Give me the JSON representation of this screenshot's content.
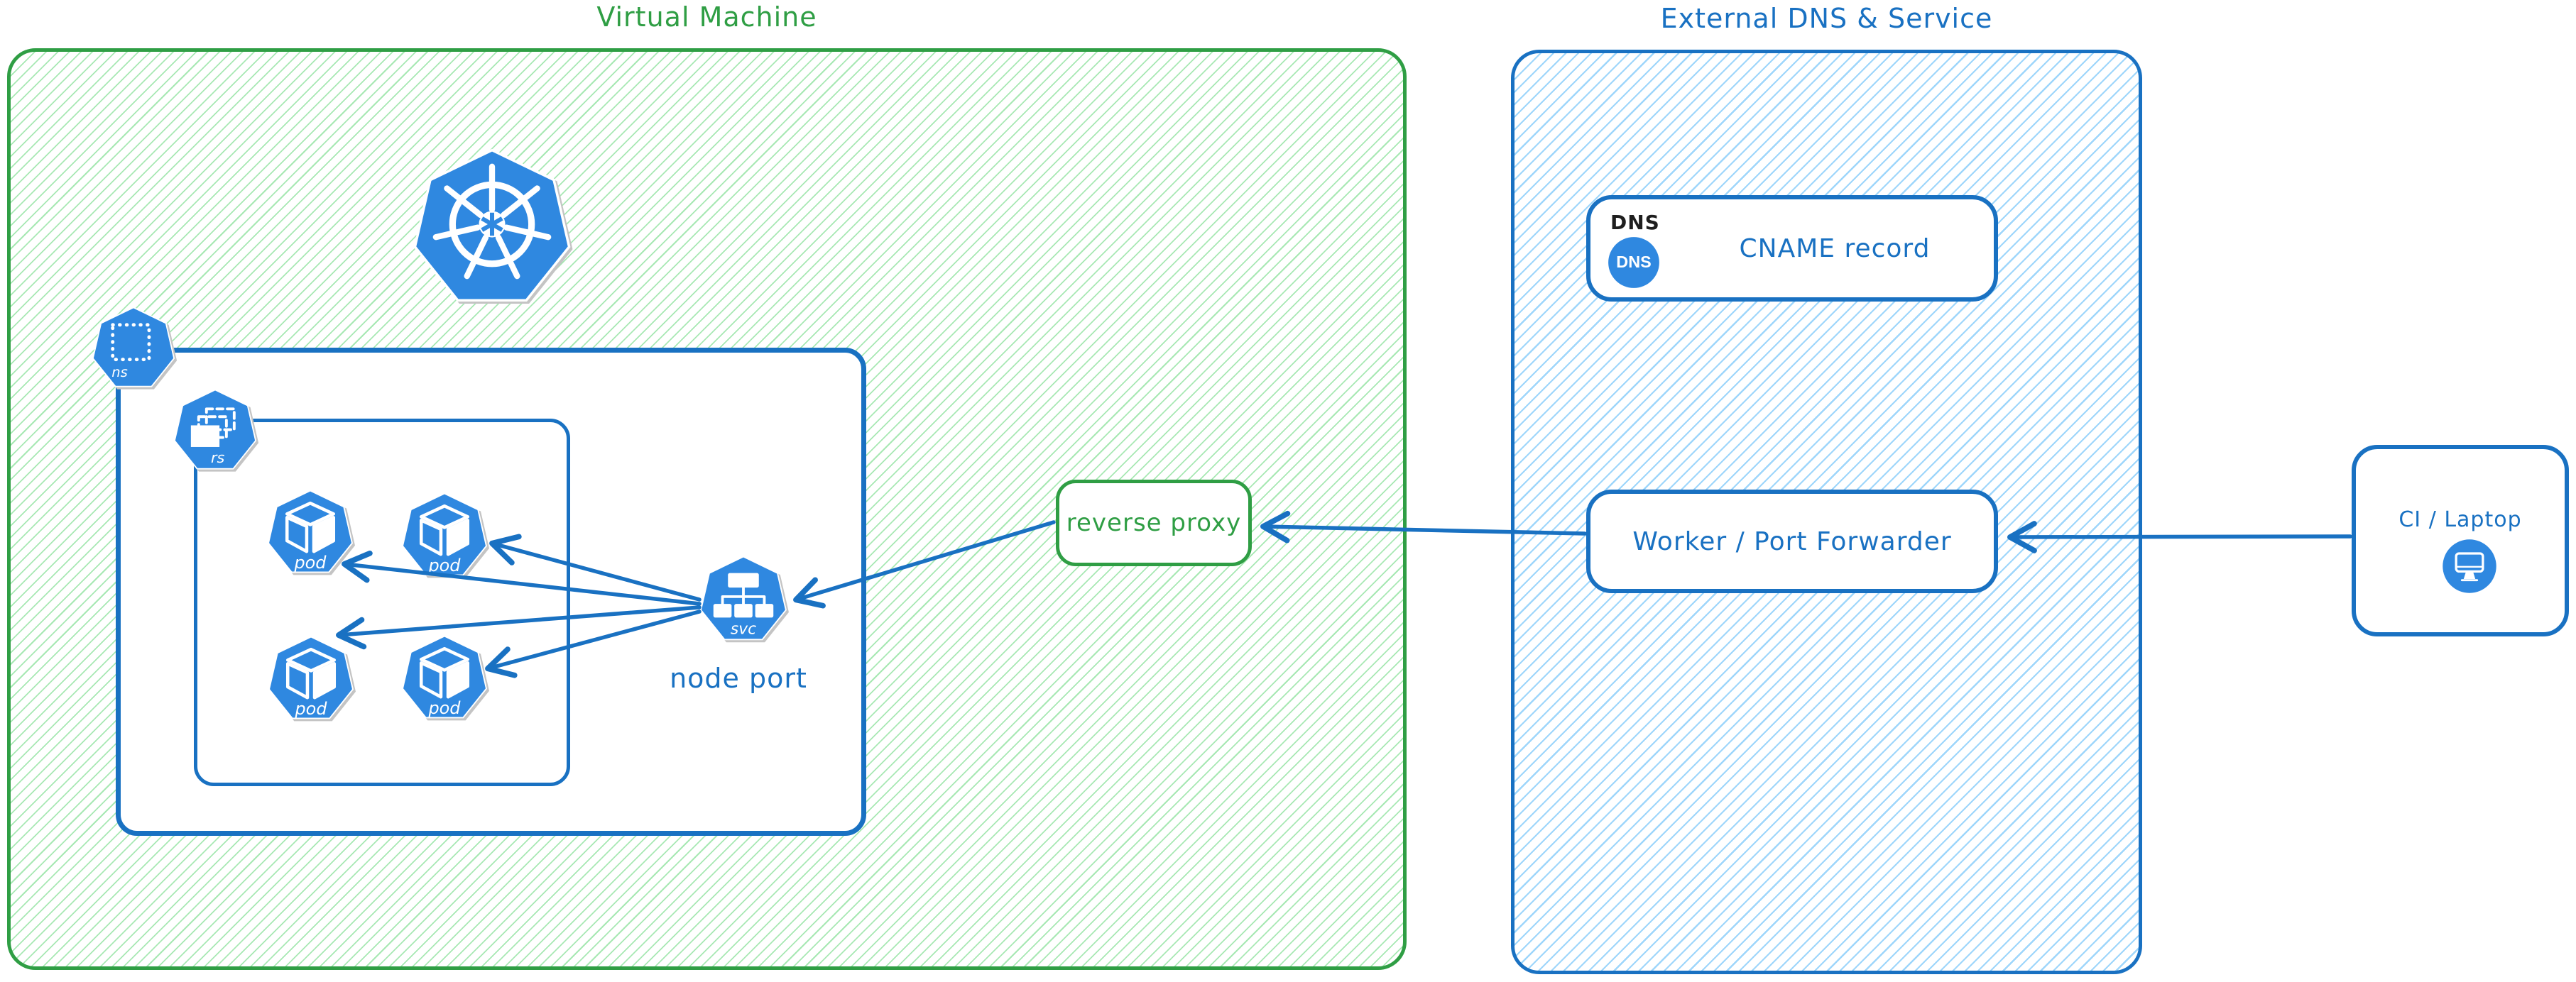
{
  "colors": {
    "green": "#2f9e44",
    "blue": "#1971c2",
    "icon_blue": "#2f88e0",
    "black": "#1e1e1e"
  },
  "vm": {
    "title": "Virtual Machine",
    "namespace_icon_label": "ns",
    "replicaset_icon_label": "rs",
    "pod_labels": [
      "pod",
      "pod",
      "pod",
      "pod"
    ],
    "service_icon_label": "svc",
    "node_port_caption": "node port",
    "reverse_proxy_label": "reverse proxy"
  },
  "external": {
    "title": "External DNS & Service",
    "dns_record": {
      "tag": "DNS",
      "icon_label": "DNS",
      "label": "CNAME record"
    },
    "worker": {
      "label": "Worker / Port Forwarder"
    }
  },
  "client": {
    "label": "CI / Laptop"
  }
}
